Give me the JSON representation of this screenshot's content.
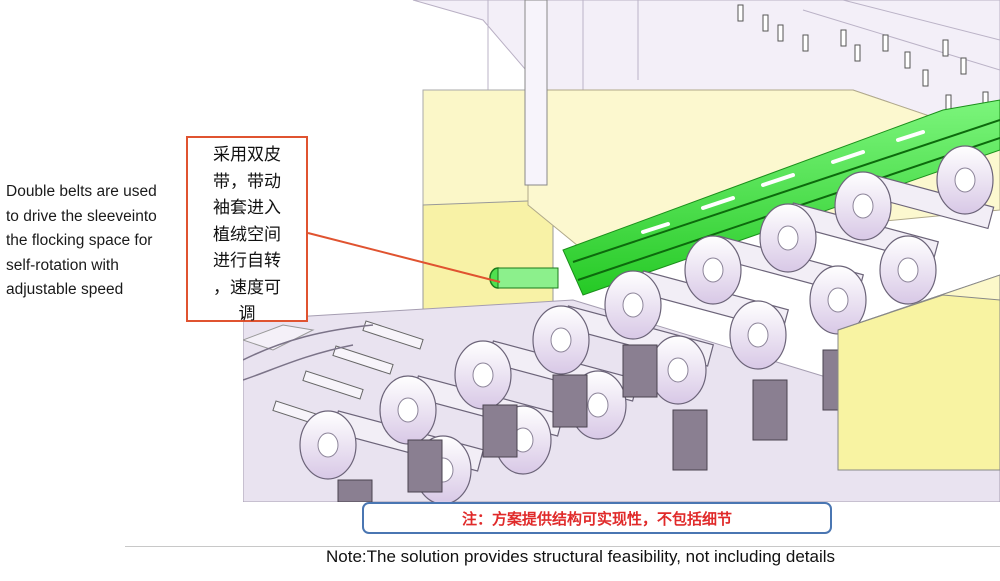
{
  "description_en": [
    "Double belts are used",
    "to drive the sleeveinto",
    "the flocking space for",
    "self-rotation with",
    "adjustable speed"
  ],
  "callout_cn": [
    "采用双皮",
    "带，带动",
    "袖套进入",
    "植绒空间",
    "进行自转",
    "，速度可",
    "调"
  ],
  "note_cn": "注：方案提供结构可实现性，不包括细节",
  "note_en": "Note:The solution provides structural feasibility, not including details",
  "colors": {
    "callout_border": "#e05330",
    "note_border": "#4a76b2",
    "note_text": "#e02a2a",
    "belt": "#39e639",
    "housing": "#fbf6b4"
  }
}
